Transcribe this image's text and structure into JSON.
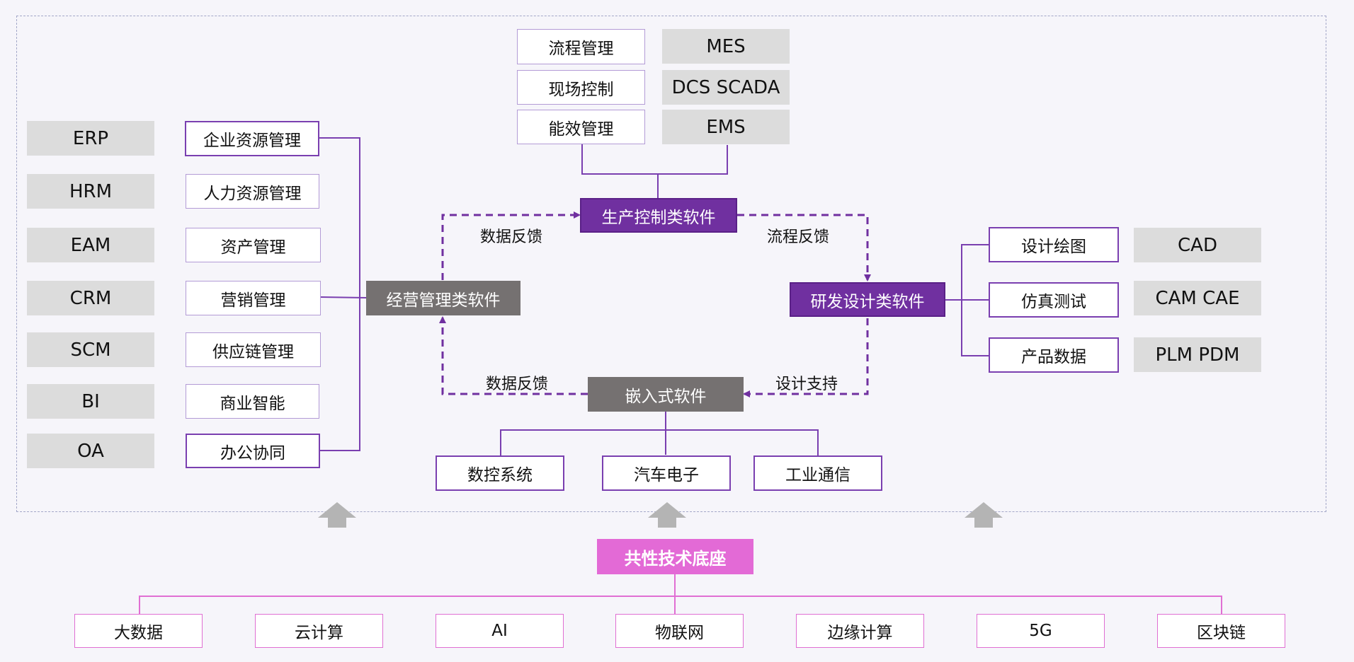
{
  "erp_codes": [
    "ERP",
    "HRM",
    "EAM",
    "CRM",
    "SCM",
    "BI",
    "OA"
  ],
  "business_modules": [
    "企业资源管理",
    "人力资源管理",
    "资产管理",
    "营销管理",
    "供应链管理",
    "商业智能",
    "办公协同"
  ],
  "production_modules": [
    "流程管理",
    "现场控制",
    "能效管理"
  ],
  "production_codes": [
    "MES",
    "DCS SCADA",
    "EMS"
  ],
  "design_modules": [
    "设计绘图",
    "仿真测试",
    "产品数据"
  ],
  "design_codes": [
    "CAD",
    "CAM CAE",
    "PLM PDM"
  ],
  "embedded_modules": [
    "数控系统",
    "汽车电子",
    "工业通信"
  ],
  "hubs": {
    "business": "经营管理类软件",
    "production": "生产控制类软件",
    "design": "研发设计类软件",
    "embedded": "嵌入式软件",
    "foundation": "共性技术底座"
  },
  "flows": {
    "business_to_production": "数据反馈",
    "production_to_design": "流程反馈",
    "embedded_to_business": "数据反馈",
    "design_to_embedded": "设计支持"
  },
  "technologies": [
    "大数据",
    "云计算",
    "AI",
    "物联网",
    "边缘计算",
    "5G",
    "区块链"
  ],
  "colors": {
    "purple": "#7030a0",
    "hub_gray": "#757171",
    "pink": "#e36ad6",
    "code_gray": "#dcdcdc",
    "frame": "#a3a7c8",
    "arrow_up": "#b4b4b4"
  }
}
